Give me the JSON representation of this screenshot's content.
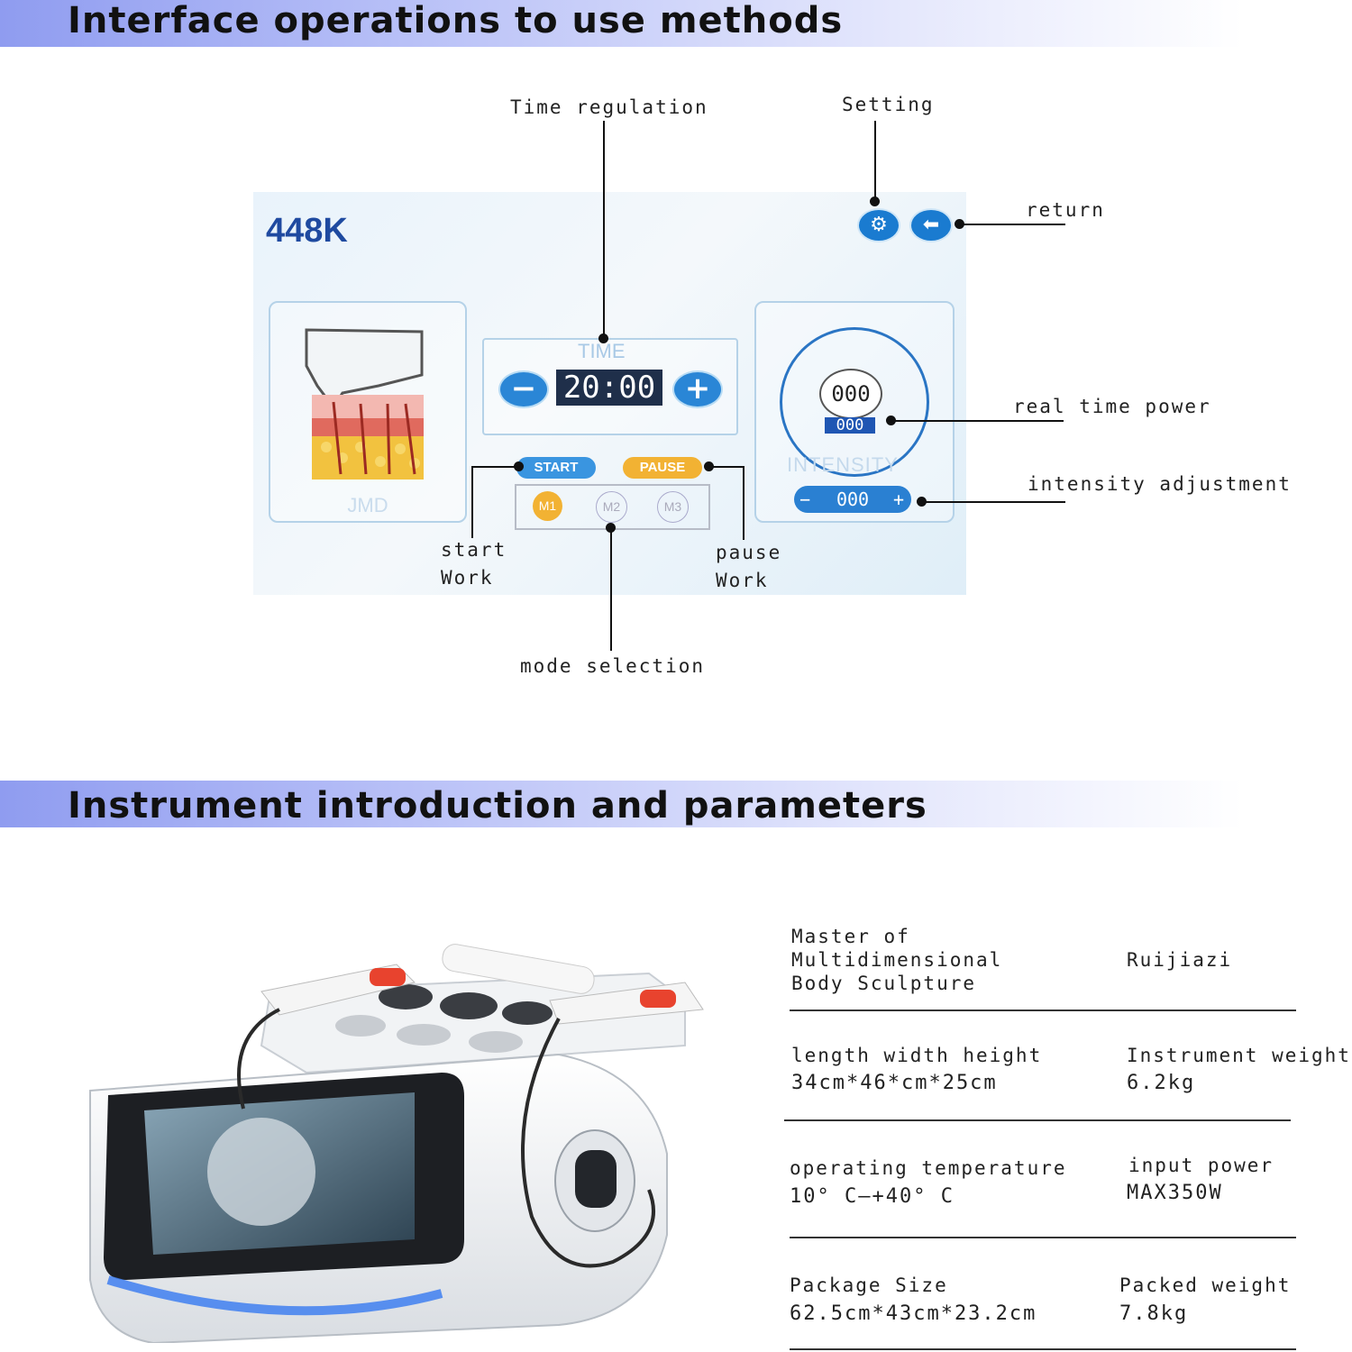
{
  "section1": {
    "title": "Interface operations to use methods"
  },
  "section2": {
    "title": "Instrument introduction and parameters"
  },
  "callouts": {
    "time_regulation": "Time regulation",
    "setting": "Setting",
    "return": "return",
    "real_time_power": "real time power",
    "intensity_adjustment": "intensity adjustment",
    "start_work": "start\nWork",
    "pause_work": "pause\nWork",
    "mode_selection": "mode selection"
  },
  "screen": {
    "model": "448K",
    "left_panel_caption": "JMD",
    "time_label": "TIME",
    "time_value": "20:00",
    "start_label": "START",
    "pause_label": "PAUSE",
    "modes": [
      "M1",
      "M2",
      "M3"
    ],
    "gauge_value": "000",
    "realtime_value": "000",
    "intensity_label": "INTENSITY",
    "intensity_value": "000",
    "minus_glyph": "−",
    "plus_glyph": "+",
    "gear_icon": "gear-icon",
    "back_icon": "arrow-left-icon"
  },
  "parameters": {
    "name_label": "Master of\nMultidimensional\nBody Sculpture",
    "brand": "Ruijiazi",
    "dimensions_label": "length width height",
    "dimensions_value": "34cm*46*cm*25cm",
    "weight_label": "Instrument weight",
    "weight_value": "6.2kg",
    "temp_label": "operating temperature",
    "temp_value": "10° C—+40° C",
    "power_label": "input power",
    "power_value": "MAX350W",
    "package_label": "Package Size",
    "package_value": "62.5cm*43cm*23.2cm",
    "packed_weight_label": "Packed weight",
    "packed_weight_value": "7.8kg"
  },
  "colors": {
    "accent": "#2a80d2",
    "header_band": "#8f9cf0",
    "model_text": "#1f4aa0",
    "start": "#3a95e0",
    "pause": "#f2b233",
    "device_glow": "#3f7ff0"
  }
}
